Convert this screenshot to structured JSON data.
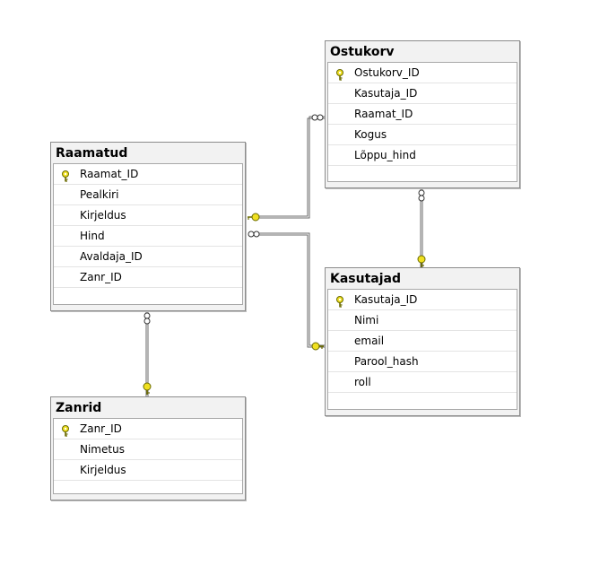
{
  "tables": {
    "ostukorv": {
      "title": "Ostukorv",
      "columns": [
        {
          "name": "Ostukorv_ID",
          "primary_key": true
        },
        {
          "name": "Kasutaja_ID",
          "primary_key": false
        },
        {
          "name": "Raamat_ID",
          "primary_key": false
        },
        {
          "name": "Kogus",
          "primary_key": false
        },
        {
          "name": "Lõppu_hind",
          "primary_key": false
        }
      ]
    },
    "raamatud": {
      "title": "Raamatud",
      "columns": [
        {
          "name": "Raamat_ID",
          "primary_key": true
        },
        {
          "name": "Pealkiri",
          "primary_key": false
        },
        {
          "name": "Kirjeldus",
          "primary_key": false
        },
        {
          "name": "Hind",
          "primary_key": false
        },
        {
          "name": "Avaldaja_ID",
          "primary_key": false
        },
        {
          "name": "Zanr_ID",
          "primary_key": false
        }
      ]
    },
    "kasutajad": {
      "title": "Kasutajad",
      "columns": [
        {
          "name": "Kasutaja_ID",
          "primary_key": true
        },
        {
          "name": "Nimi",
          "primary_key": false
        },
        {
          "name": "email",
          "primary_key": false
        },
        {
          "name": "Parool_hash",
          "primary_key": false
        },
        {
          "name": "roll",
          "primary_key": false
        }
      ]
    },
    "zanrid": {
      "title": "Zanrid",
      "columns": [
        {
          "name": "Zanr_ID",
          "primary_key": true
        },
        {
          "name": "Nimetus",
          "primary_key": false
        },
        {
          "name": "Kirjeldus",
          "primary_key": false
        }
      ]
    }
  },
  "relationships": [
    {
      "from": "ostukorv",
      "to": "raamatud",
      "many_side": "ostukorv",
      "one_side": "raamatud"
    },
    {
      "from": "raamatud",
      "to": "kasutajad",
      "many_side": "raamatud",
      "one_side": "kasutajad"
    },
    {
      "from": "ostukorv",
      "to": "kasutajad",
      "many_side": "ostukorv",
      "one_side": "kasutajad"
    },
    {
      "from": "raamatud",
      "to": "zanrid",
      "many_side": "raamatud",
      "one_side": "zanrid"
    }
  ],
  "colors": {
    "key_icon": "#f0e020",
    "key_outline": "#6b6b00",
    "connector": "#6a6a6a"
  },
  "icons": {
    "primary_key": "key-icon",
    "one_end": "key-icon",
    "many_end": "infinity-icon"
  }
}
